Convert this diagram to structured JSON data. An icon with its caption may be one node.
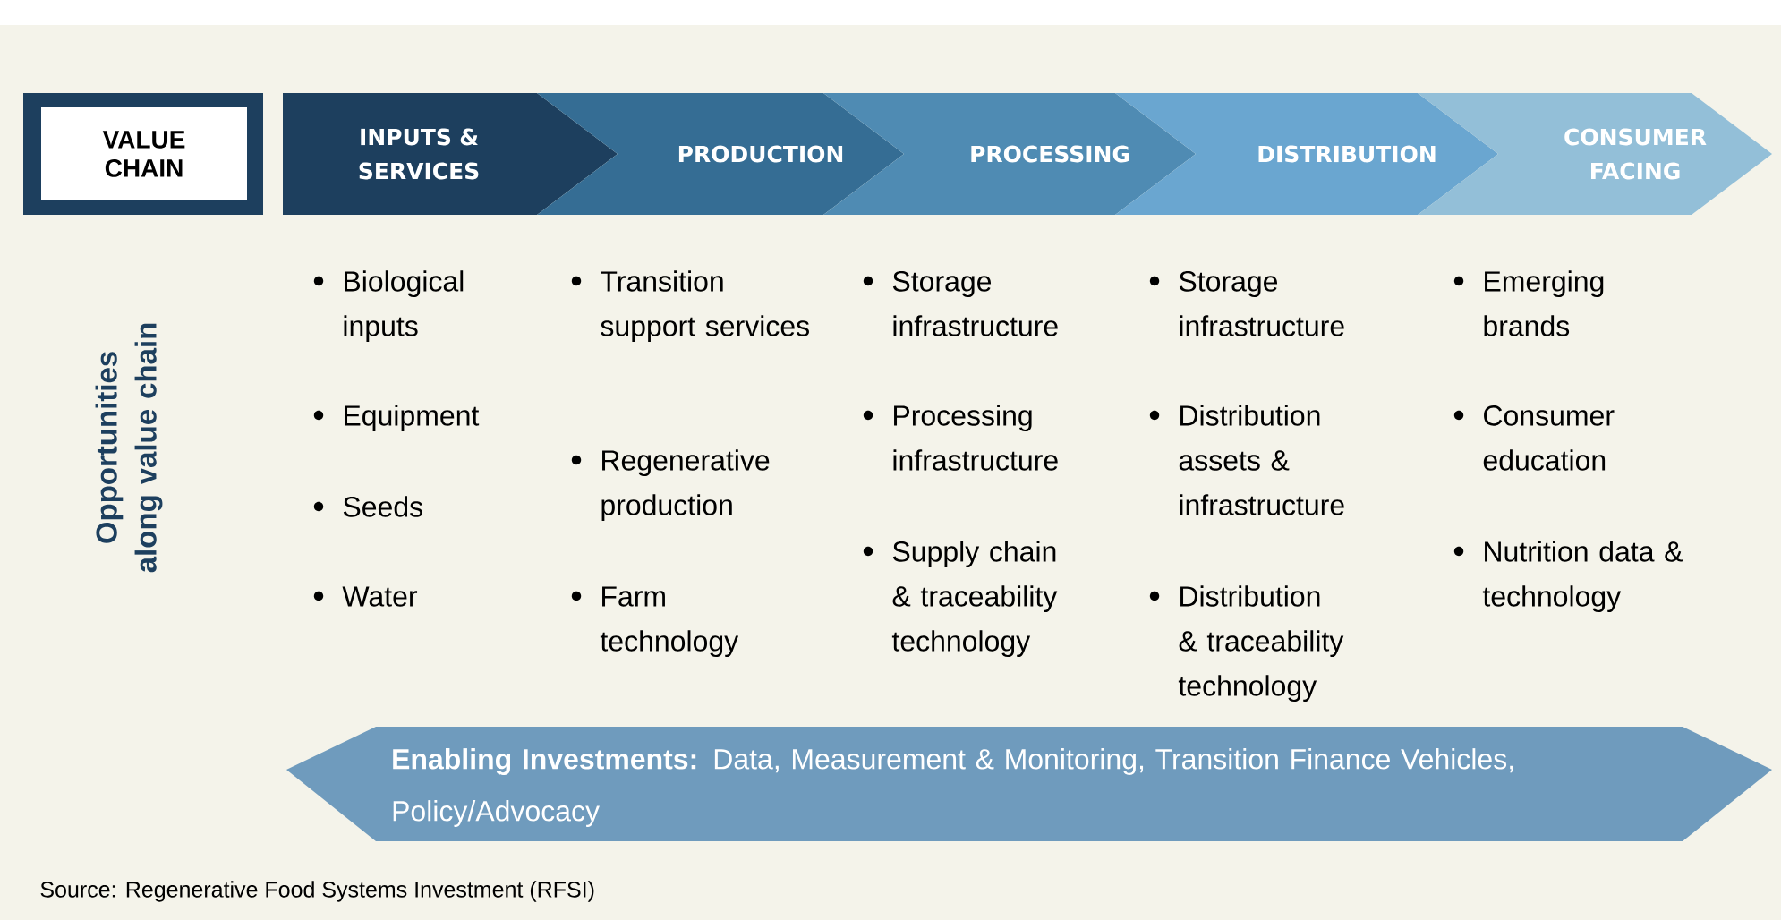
{
  "diagram": {
    "caption": "Source: Regenerative Food Systems Investment (RFSI)",
    "nodes": [
      {
        "text": [
          "VALUE CHAIN"
        ]
      },
      {
        "text": [
          "INPUTS & SERVICES"
        ]
      },
      {
        "text": [
          "PRODUCTION"
        ]
      },
      {
        "text": [
          "PROCESSING"
        ]
      },
      {
        "text": [
          "DISTRIBUTION"
        ]
      },
      {
        "text": [
          "CONSUMER FACING"
        ]
      },
      {
        "text": [
          "**Enabling Investments:** Data, Measurement & Monitoring, Transition Finance Vehicles, Policy/Advocacy"
        ]
      }
    ],
    "edges": [],
    "labels": [
      "Opportunities along value chain",
      "Biological inputs",
      "Equipment",
      "Seeds",
      "Water",
      "Transition support services",
      "Regenerative production",
      "Farm technology",
      "Storage infrastructure",
      "Processing infrastructure",
      "Supply chain & traceability technology",
      "Storage infrastructure",
      "Distribution assets & infrastructure",
      "Distribution & traceability technology",
      "Emerging brands",
      "Consumer education",
      "Nutrition data & technology"
    ]
  }
}
